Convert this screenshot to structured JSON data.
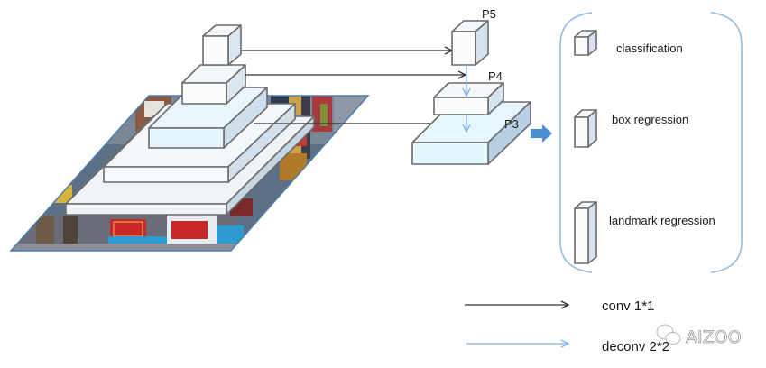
{
  "figure": {
    "pyramid_levels": 5,
    "feature_maps": {
      "p5": "P5",
      "p4": "P4",
      "p3": "P3"
    },
    "heads": [
      {
        "id": "classification",
        "label": "classification"
      },
      {
        "id": "box-regression",
        "label": "box regression"
      },
      {
        "id": "landmark-regression",
        "label": "landmark regression"
      }
    ],
    "legend": [
      {
        "id": "conv",
        "label": "conv 1*1",
        "color": "#333333"
      },
      {
        "id": "deconv",
        "label": "deconv 2*2",
        "color": "#7fb2e5"
      }
    ],
    "watermark": "AIZOO",
    "colors": {
      "box_face_front": "#f2f7fb",
      "box_face_side": "#d6e4f0",
      "box_p3_front": "#e3f6fd",
      "bracket": "#8fb9e2",
      "big_arrow": "#4a8fd4",
      "conv_arrow": "#333333",
      "deconv_arrow": "#7fb2e5"
    }
  }
}
